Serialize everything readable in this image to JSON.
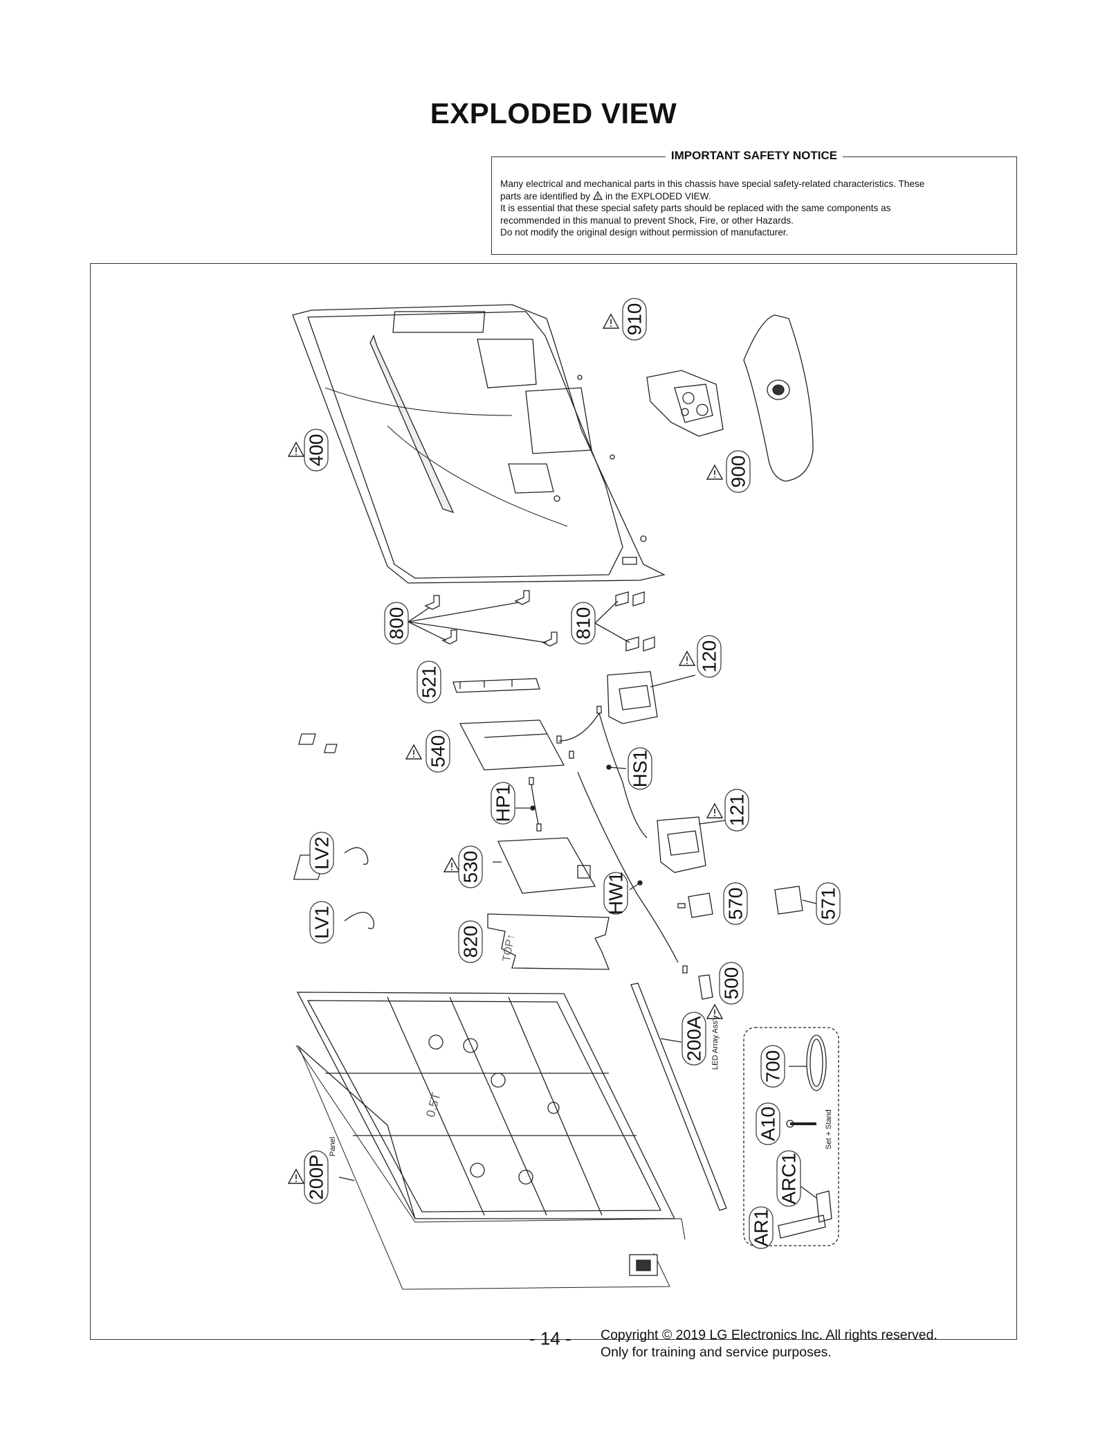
{
  "title": "EXPLODED VIEW",
  "notice": {
    "heading": "IMPORTANT SAFETY NOTICE",
    "line1": "Many electrical and mechanical parts in this chassis have special safety-related characteristics. These",
    "line2a": "parts are identified by",
    "line2b": "in the EXPLODED VIEW.",
    "line3": "It is essential that these special safety parts should be replaced with the same components as",
    "line4": "recommended in this manual to prevent Shock, Fire, or other Hazards.",
    "line5": "Do not modify the original design without permission of manufacturer."
  },
  "parts": {
    "p910": "910",
    "p900": "900",
    "p400": "400",
    "p800": "800",
    "p810": "810",
    "p120": "120",
    "p521": "521",
    "p540": "540",
    "pHS1": "HS1",
    "pHP1": "HP1",
    "p121": "121",
    "pLV2": "LV2",
    "p530": "530",
    "pLV1": "LV1",
    "pHW1": "HW1",
    "p570": "570",
    "p571": "571",
    "p820": "820",
    "p500": "500",
    "p200A": "200A",
    "p700": "700",
    "pA10": "A10",
    "pARC1": "ARC1",
    "pAR1": "AR1",
    "p200P": "200P"
  },
  "captions": {
    "led_array": "LED Array Ass'y",
    "panel": "Panel",
    "set_stand": "Set + Stand"
  },
  "footer": {
    "page": "- 14 -",
    "copyright": "Copyright © 2019 LG Electronics Inc. All rights reserved.",
    "purpose": "Only for training and service purposes."
  }
}
